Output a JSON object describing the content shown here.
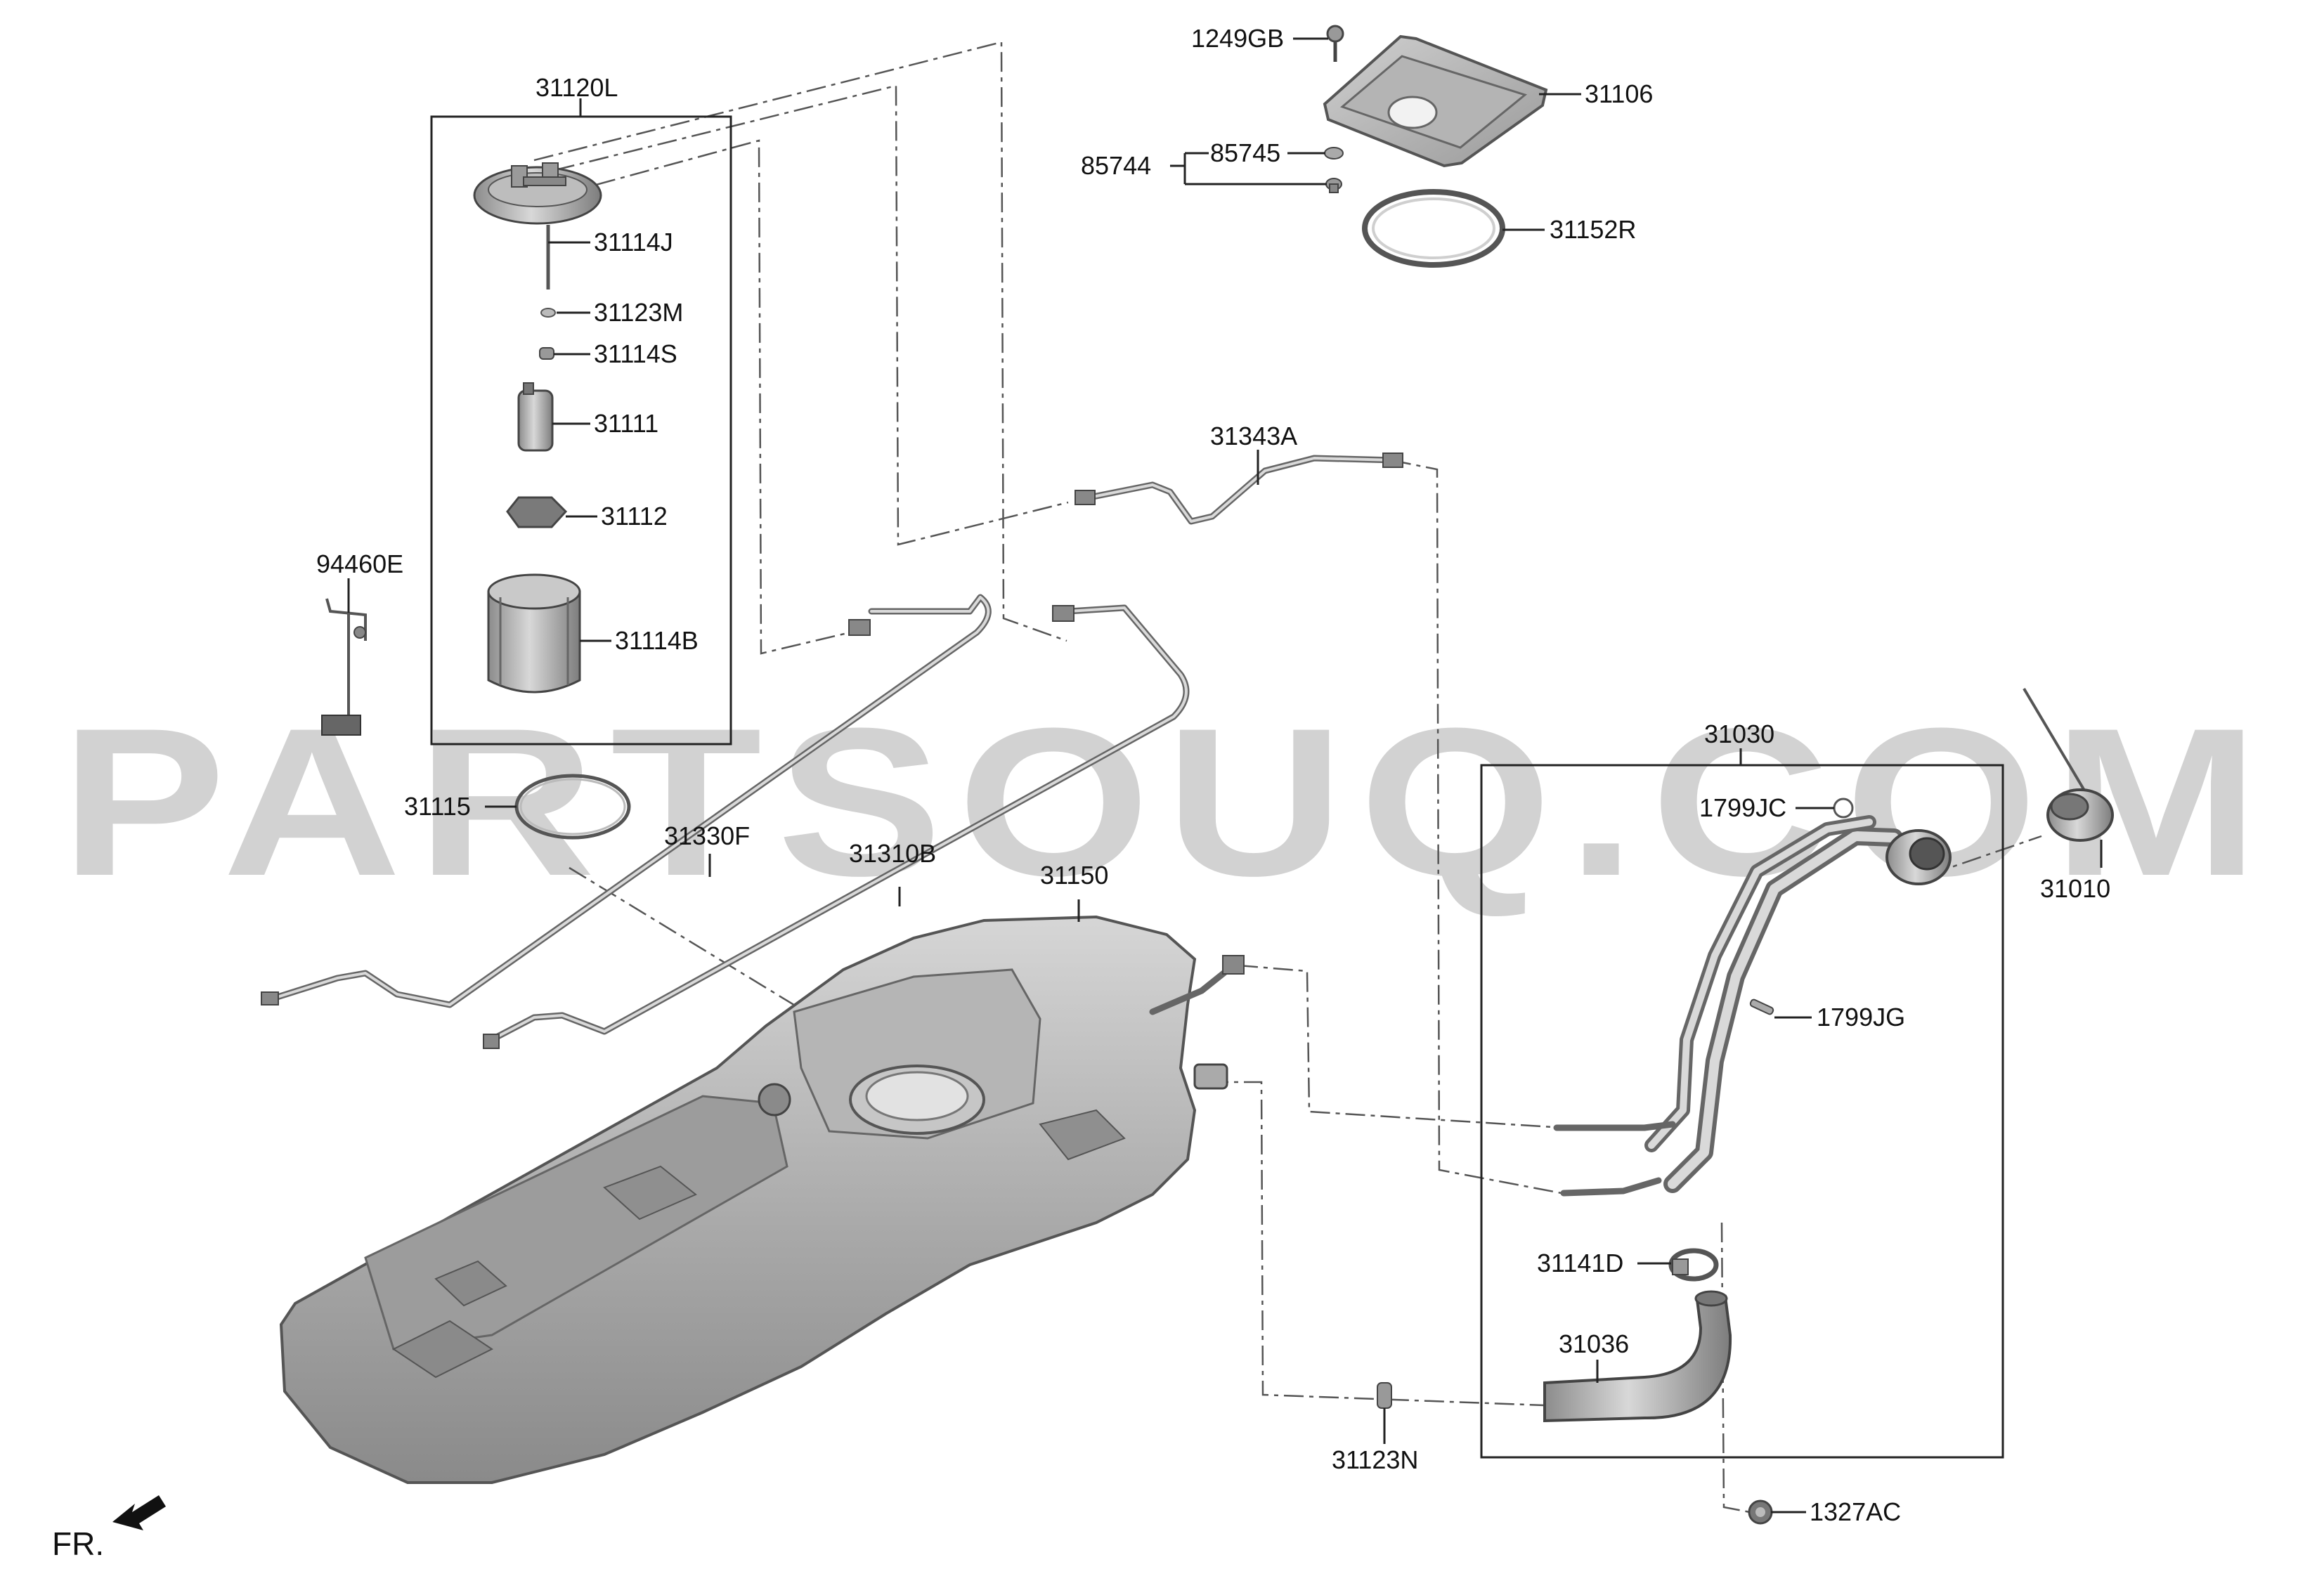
{
  "watermark": "PARTSOUQ.COM",
  "direction_label": "FR.",
  "groups": {
    "pump_assembly": "31120L",
    "filler_neck_assembly": "31030"
  },
  "labels": {
    "p31120L": "31120L",
    "p31114J": "31114J",
    "p31123M": "31123M",
    "p31114S": "31114S",
    "p31111": "31111",
    "p31112": "31112",
    "p31114B": "31114B",
    "p94460E": "94460E",
    "p31115": "31115",
    "p31330F": "31330F",
    "p31310B": "31310B",
    "p31150": "31150",
    "p31343A": "31343A",
    "p1249GB": "1249GB",
    "p31106": "31106",
    "p85744": "85744",
    "p85745": "85745",
    "p31152R": "31152R",
    "p31030": "31030",
    "p1799JC": "1799JC",
    "p31010": "31010",
    "p1799JG": "1799JG",
    "p31141D": "31141D",
    "p31036": "31036",
    "p31123N": "31123N",
    "p1327AC": "1327AC"
  }
}
